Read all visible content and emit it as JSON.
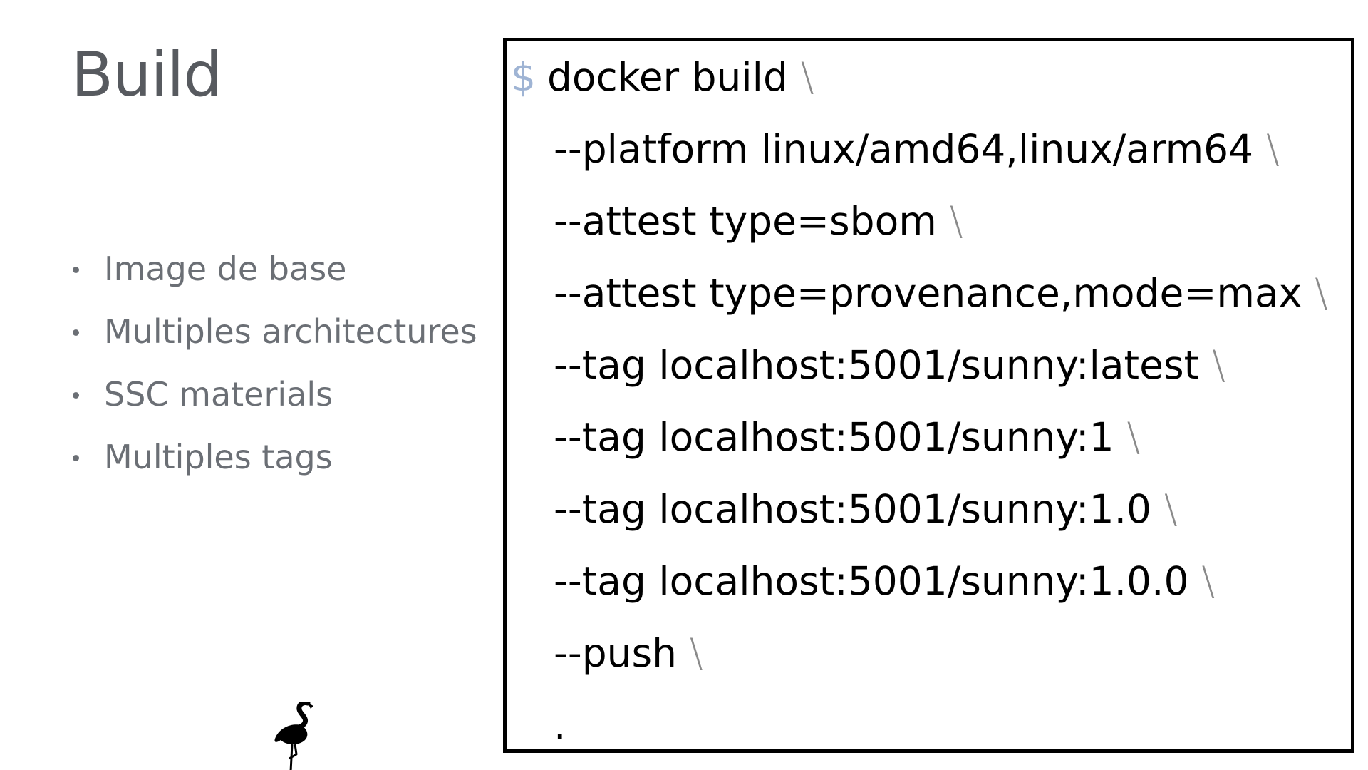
{
  "slide": {
    "title": "Build",
    "bullets": [
      "Image de base",
      "Multiples architectures",
      "SSC materials",
      "Multiples tags"
    ],
    "code": {
      "prompt": "$",
      "continuation": "\\",
      "lines": [
        "docker build",
        "--platform linux/amd64,linux/arm64",
        "--attest type=sbom",
        "--attest type=provenance,mode=max",
        "--tag localhost:5001/sunny:latest",
        "--tag localhost:5001/sunny:1",
        "--tag localhost:5001/sunny:1.0",
        "--tag localhost:5001/sunny:1.0.0",
        "--push",
        "."
      ]
    },
    "logo_icon": "flamingo-icon",
    "colors": {
      "title": "#575a5f",
      "bullet_text": "#6b6f75",
      "prompt": "#9fb4d4",
      "continuation": "#8a8a8a",
      "code_border": "#000000"
    }
  }
}
